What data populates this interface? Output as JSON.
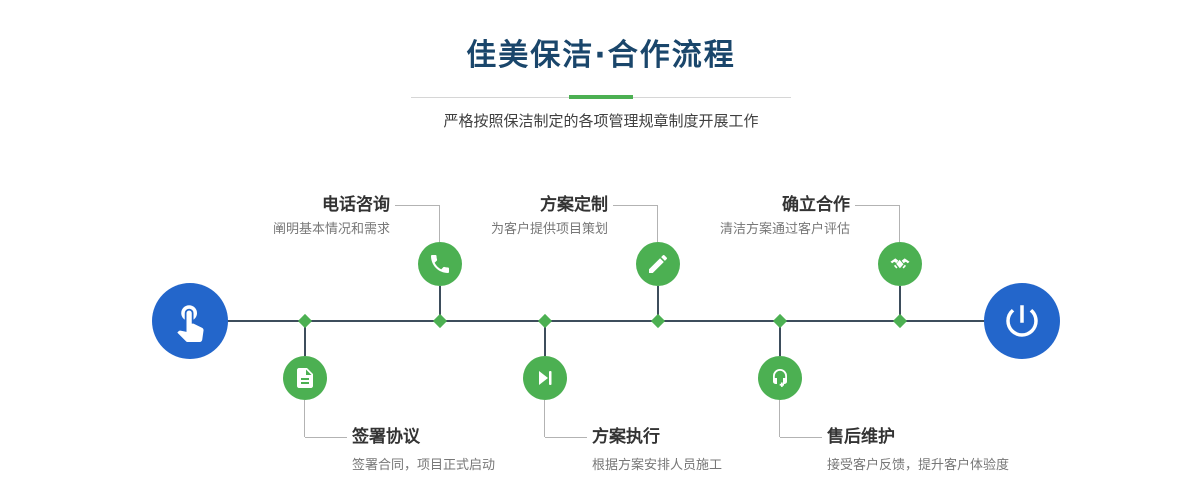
{
  "header": {
    "title": "佳美保洁·合作流程",
    "subtitle": "严格按照保洁制定的各项管理规章制度开展工作"
  },
  "timeline": {
    "start_icon": "pointing-hand-icon",
    "end_icon": "power-icon",
    "steps": [
      {
        "title": "签署协议",
        "desc": "签署合同，项目正式启动",
        "icon": "document-sign-icon",
        "side": "bottom"
      },
      {
        "title": "电话咨询",
        "desc": "阐明基本情况和需求",
        "icon": "phone-icon",
        "side": "top"
      },
      {
        "title": "方案执行",
        "desc": "根据方案安排人员施工",
        "icon": "play-forward-icon",
        "side": "bottom"
      },
      {
        "title": "方案定制",
        "desc": "为客户提供项目策划",
        "icon": "pencil-design-icon",
        "side": "top"
      },
      {
        "title": "售后维护",
        "desc": "接受客户反馈，提升客户体验度",
        "icon": "headset-support-icon",
        "side": "bottom"
      },
      {
        "title": "确立合作",
        "desc": "清洁方案通过客户评估",
        "icon": "handshake-icon",
        "side": "top"
      }
    ]
  },
  "colors": {
    "green": "#4cb052",
    "blue": "#2366cb",
    "navy": "#1a466b",
    "slate": "#3d4d5c"
  }
}
